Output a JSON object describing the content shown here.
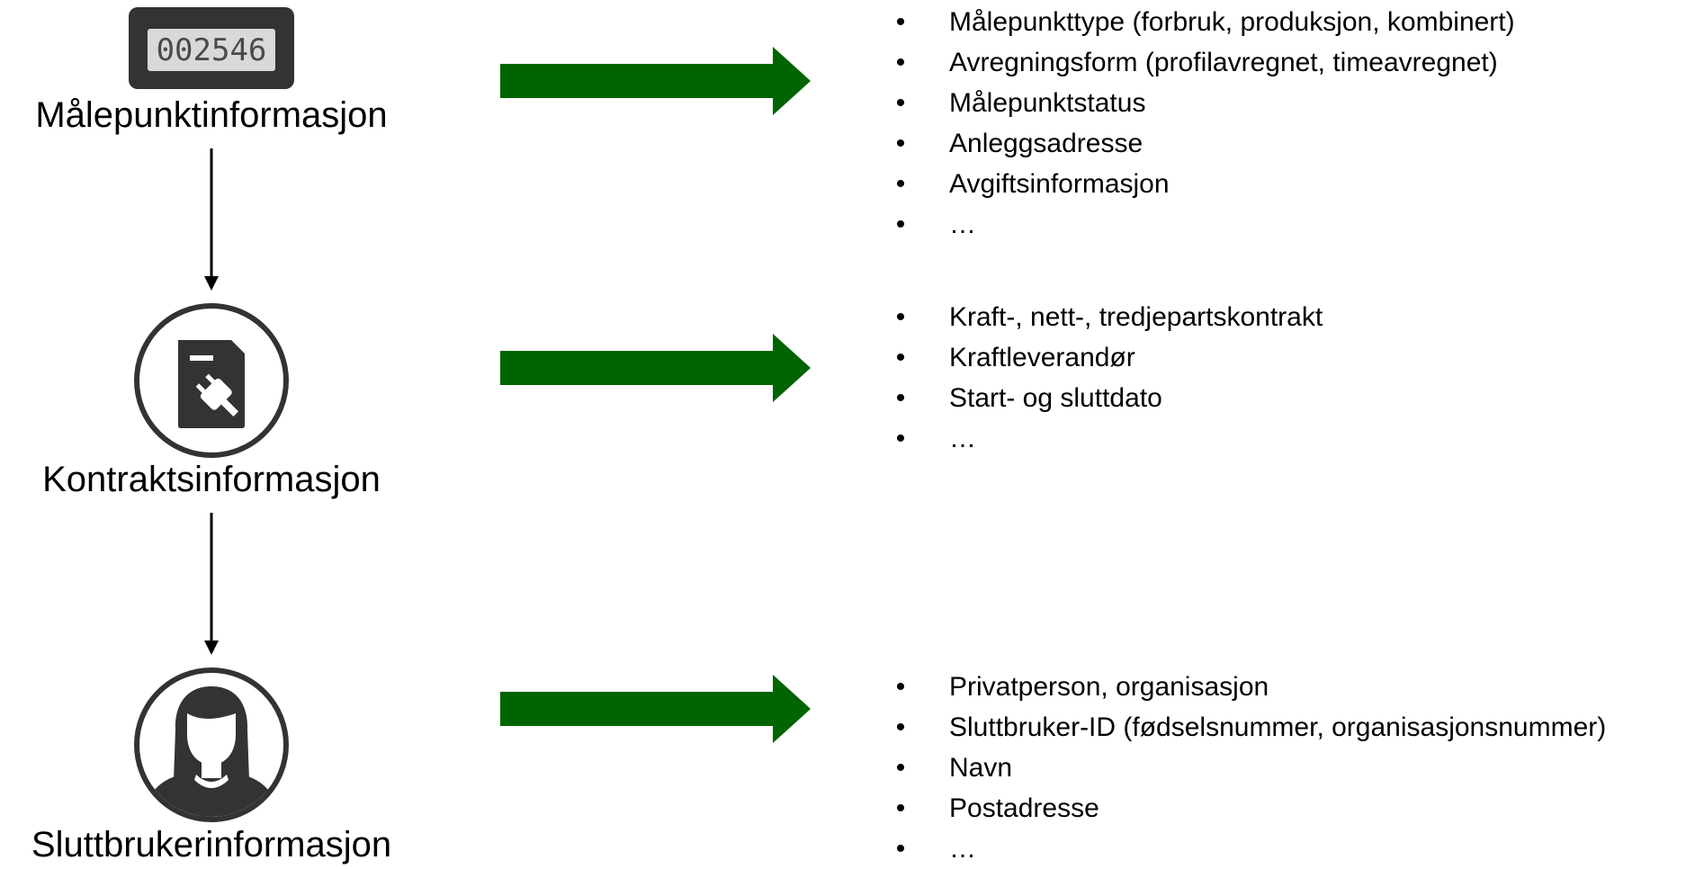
{
  "meter": {
    "display": "002546"
  },
  "sections": [
    {
      "title": "Målepunktinformasjon",
      "items": [
        "Målepunkttype (forbruk, produksjon, kombinert)",
        "Avregningsform (profilavregnet, timeavregnet)",
        "Målepunktstatus",
        "Anleggsadresse",
        "Avgiftsinformasjon",
        "…"
      ]
    },
    {
      "title": "Kontraktsinformasjon",
      "items": [
        "Kraft-, nett-, tredjepartskontrakt",
        "Kraftleverandør",
        "Start- og sluttdato",
        "…"
      ]
    },
    {
      "title": "Sluttbrukerinformasjon",
      "items": [
        "Privatperson, organisasjon",
        "Sluttbruker-ID (fødselsnummer, organisasjonsnummer)",
        "Navn",
        "Postadresse",
        "…"
      ]
    }
  ],
  "colors": {
    "arrow": "#006400",
    "icon": "#333333",
    "meter_screen": "#d9d9d9"
  },
  "icons": [
    "meter-icon",
    "contract-plug-icon",
    "person-icon"
  ]
}
